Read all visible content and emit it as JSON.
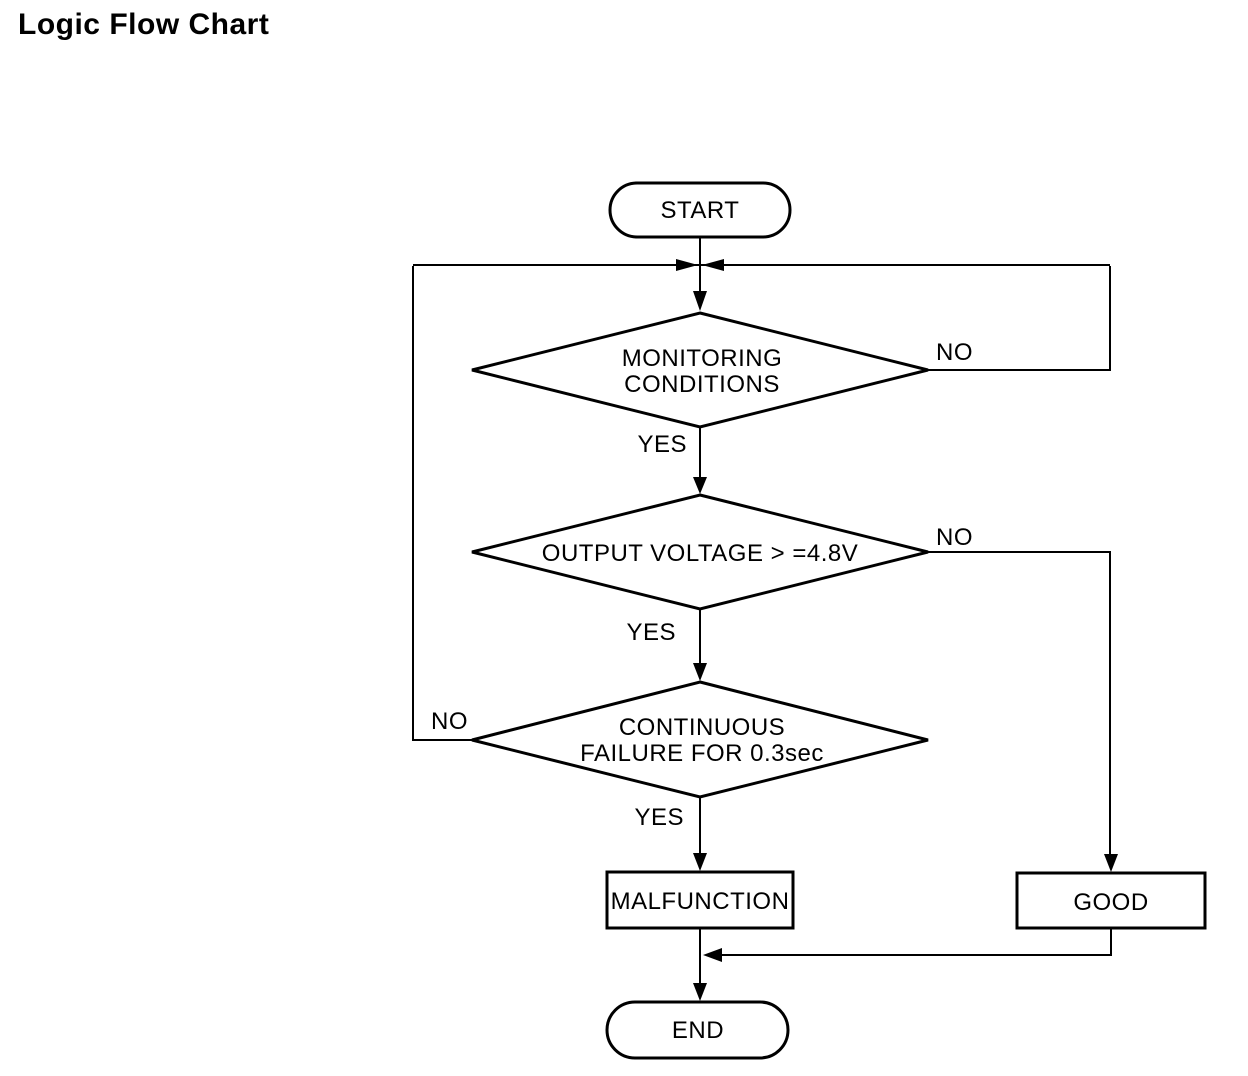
{
  "page": {
    "title": "Logic Flow Chart",
    "background_color": "#ffffff",
    "line_color": "#000000",
    "text_color": "#000000"
  },
  "flowchart": {
    "nodes": {
      "start": {
        "label": "START"
      },
      "monitoring_conditions": {
        "line1": "MONITORING",
        "line2": "CONDITIONS"
      },
      "output_voltage": {
        "label": "OUTPUT VOLTAGE > =4.8V"
      },
      "continuous_failure": {
        "line1": "CONTINUOUS",
        "line2": "FAILURE FOR 0.3sec"
      },
      "malfunction": {
        "label": "MALFUNCTION"
      },
      "good": {
        "label": "GOOD"
      },
      "end": {
        "label": "END"
      }
    },
    "labels": {
      "monitoring_yes": "YES",
      "monitoring_no": "NO",
      "voltage_yes": "YES",
      "voltage_no": "NO",
      "failure_yes": "YES",
      "failure_no": "NO"
    }
  }
}
